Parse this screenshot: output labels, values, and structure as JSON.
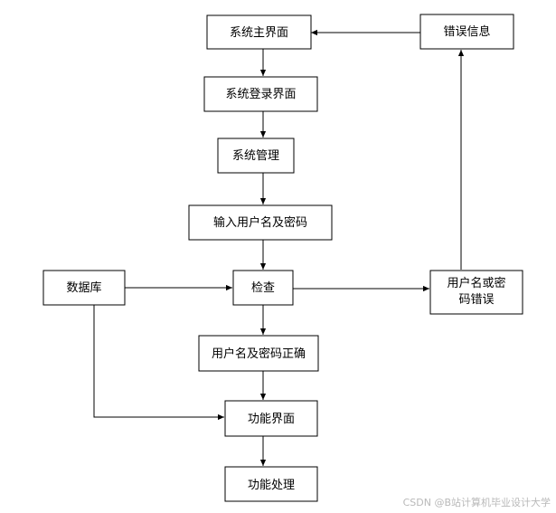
{
  "nodes": {
    "system_main": "系统主界面",
    "error_info": "错误信息",
    "system_login": "系统登录界面",
    "system_manage": "系统管理",
    "input_credentials": "输入用户名及密码",
    "database": "数据库",
    "check": "检查",
    "credentials_error_line1": "用户名或密",
    "credentials_error_line2": "码错误",
    "credentials_correct": "用户名及密码正确",
    "function_ui": "功能界面",
    "function_process": "功能处理"
  },
  "watermark": "CSDN @B站计算机毕业设计大学"
}
